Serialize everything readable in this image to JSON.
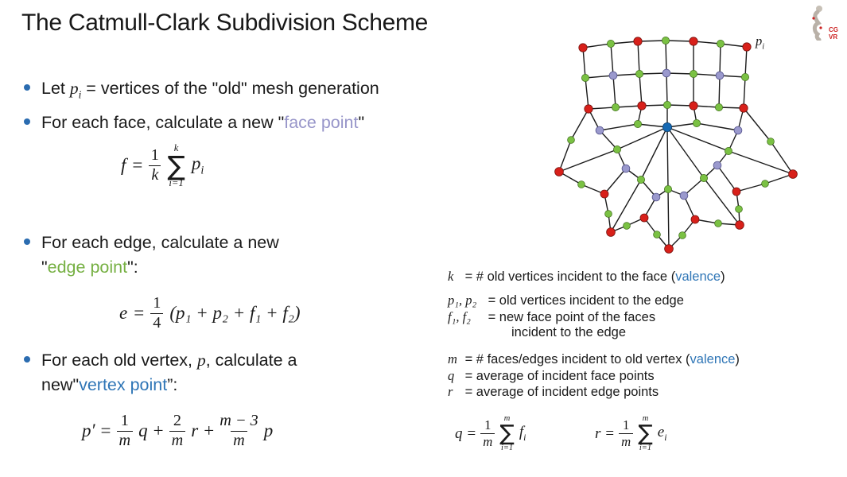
{
  "title": "The Catmull-Clark Subdivision Scheme",
  "logo": {
    "cg": "CG",
    "vr": "VR"
  },
  "colors": {
    "face_point": "#9795c9",
    "edge_point": "#76b043",
    "vertex_point": "#2e75b6",
    "valence": "#2e75b6",
    "old_vertex_dot": "#d8201a",
    "edge_point_dot": "#7ac143",
    "face_point_dot": "#9a99cd",
    "vertex_point_dot": "#1569b3",
    "bullet": "#2b6cb0"
  },
  "bullet1": {
    "t1": "Let ",
    "var": "p",
    "sub": "i",
    "t2": " = vertices of the \"old\" mesh generation"
  },
  "bullet2": {
    "t1": "For each face, calculate a new \"",
    "hl": "face point",
    "t2": "\""
  },
  "formula_f": {
    "lhs": "f",
    "eq": "=",
    "num": "1",
    "den": "k",
    "sum_top": "k",
    "sum_sym": "∑",
    "sum_bot": "i=1",
    "term": "p",
    "term_sub": "i"
  },
  "bullet3": {
    "line1": "For each edge, calculate a new",
    "q1": "\"",
    "hl": "edge point",
    "q2": "\":"
  },
  "formula_e": {
    "lhs": "e",
    "eq": "=",
    "num": "1",
    "den": "4",
    "rest": "(p₁ + p₂ + f₁ + f₂)"
  },
  "bullet4": {
    "t1": "For each old vertex, ",
    "var": "p",
    "t2": ", calculate a",
    "line2_pre": "new\"",
    "hl": "vertex point",
    "line2_post": "”:"
  },
  "formula_p": {
    "lhs": "p′",
    "eq": "=",
    "f1num": "1",
    "f1den": "m",
    "t1": "q",
    "plus1": "+",
    "f2num": "2",
    "f2den": "m",
    "t2": "r",
    "plus2": "+",
    "f3num": "m − 3",
    "f3den": "m",
    "t3": "p"
  },
  "legend": {
    "k_var": "k",
    "k_t1": " = # old vertices incident to the face (",
    "k_hl": "valence",
    "k_t2": ")",
    "p_var": "p₁, p₂",
    "p_t": " = old vertices incident to the edge",
    "f_var": "f₁, f₂",
    "f_t": " = new face point of the faces",
    "f_cont": "incident to the edge",
    "m_var": "m",
    "m_t1": " = # faces/edges incident to old vertex (",
    "m_hl": "valence",
    "m_t2": ")",
    "q_var": "q",
    "q_t": " = average of incident face points",
    "r_var": "r",
    "r_t": " = average of incident edge points"
  },
  "formula_q": {
    "lhs": "q",
    "eq": "=",
    "num": "1",
    "den": "m",
    "sum_top": "m",
    "sum_sym": "∑",
    "sum_bot": "i=1",
    "term": "f",
    "term_sub": "i"
  },
  "formula_r": {
    "lhs": "r",
    "eq": "=",
    "num": "1",
    "den": "m",
    "sum_top": "m",
    "sum_sym": "∑",
    "sum_bot": "i=1",
    "term": "e",
    "term_sub": "i"
  },
  "diagram": {
    "label_var": "p",
    "label_sub": "i"
  }
}
